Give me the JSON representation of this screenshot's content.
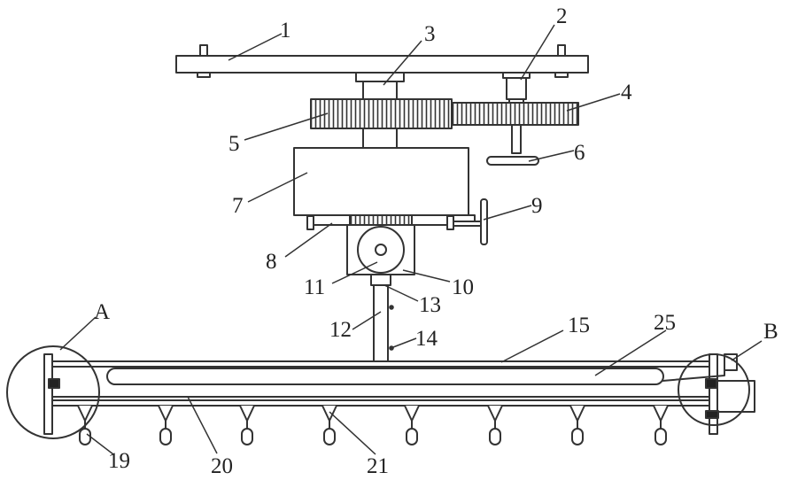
{
  "labels": {
    "l1": "1",
    "l2": "2",
    "l3": "3",
    "l4": "4",
    "l5": "5",
    "l6": "6",
    "l7": "7",
    "l8": "8",
    "l9": "9",
    "l10": "10",
    "l11": "11",
    "l12": "12",
    "l13": "13",
    "l14": "14",
    "l15": "15",
    "l19": "19",
    "l20": "20",
    "l21": "21",
    "l25": "25",
    "lA": "A",
    "lB": "B"
  }
}
